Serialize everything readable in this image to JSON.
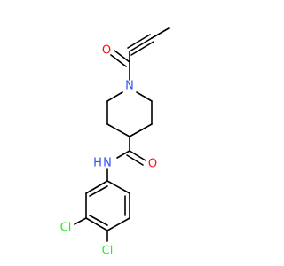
{
  "molecule": {
    "atoms": {
      "O": "O",
      "N_ring": "N",
      "O_amide": "O",
      "N_amide": "N",
      "H_amide": "H",
      "Cl1": "Cl",
      "Cl2": "Cl"
    }
  },
  "colors": {
    "O": "#ff0d0d",
    "N": "#3050f8",
    "Cl": "#1ff01f",
    "C": "#000000"
  }
}
